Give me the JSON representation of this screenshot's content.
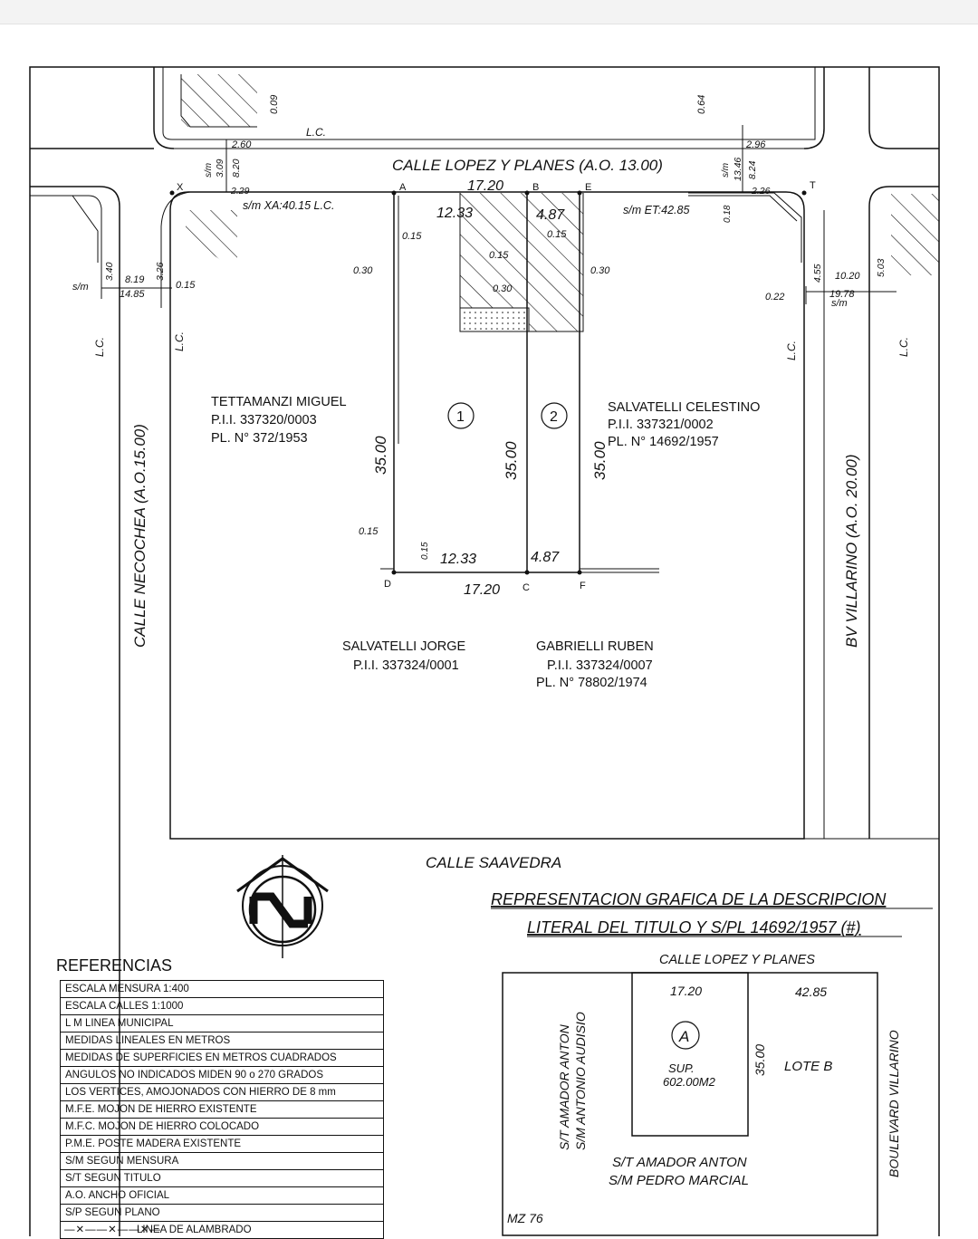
{
  "streets": {
    "top": "CALLE LOPEZ Y PLANES (A.O. 13.00)",
    "left": "CALLE NECOCHEA  (A.O.15.00)",
    "right": "BV VILLARINO  (A.O. 20.00)",
    "bottom": "CALLE SAAVEDRA"
  },
  "line_labels": {
    "lc": "L.C.",
    "sm": "s/m",
    "xa": "s/m XA:40.15  L.C.",
    "et": "s/m ET:42.85"
  },
  "vertices": {
    "x": "X",
    "a": "A",
    "b": "B",
    "e": "E",
    "t": "T",
    "d": "D",
    "c": "C",
    "f": "F"
  },
  "dims": {
    "d_0_09": "0.09",
    "d_0_64": "0.64",
    "d_2_60": "2.60",
    "d_2_96": "2.96",
    "d_3_09": "3.09",
    "d_8_20": "8.20",
    "d_13_46": "13.46",
    "d_8_24": "8.24",
    "d_2_29": "2.29",
    "d_2_26": "2.26",
    "d_0_18": "0.18",
    "d_17_20": "17.20",
    "d_12_33": "12.33",
    "d_4_87": "4.87",
    "d_0_15": "0.15",
    "d_0_30": "0.30",
    "d_35_00": "35.00",
    "d_3_40": "3.40",
    "d_8_19": "8.19",
    "d_3_26": "3.26",
    "d_14_85": "14.85",
    "d_4_55": "4.55",
    "d_10_20": "10.20",
    "d_5_03": "5.03",
    "d_19_78": "19.78",
    "d_0_22": "0.22"
  },
  "lots": {
    "one": "1",
    "two": "2"
  },
  "owners": {
    "tettamanzi": {
      "name": "TETTAMANZI MIGUEL",
      "pii": "P.I.I. 337320/0003",
      "pl": "PL.  N° 372/1953"
    },
    "celestino": {
      "name": "SALVATELLI CELESTINO",
      "pii": "P.I.I. 337321/0002",
      "pl": "PL.  N° 14692/1957"
    },
    "jorge": {
      "name": "SALVATELLI JORGE",
      "pii": "P.I.I. 337324/0001"
    },
    "gabrielli": {
      "name": "GABRIELLI RUBEN",
      "pii": "P.I.I. 337324/0007",
      "pl": "PL.  N° 78802/1974"
    }
  },
  "representation": {
    "title1": "REPRESENTACION GRAFICA DE LA DESCRIPCION",
    "title2": "LITERAL DEL TITULO Y S/PL 14692/1957 (#)",
    "street_top": "CALLE LOPEZ Y PLANES",
    "dim_17_20": "17.20",
    "dim_42_85": "42.85",
    "dim_35_00": "35.00",
    "lot_a": "A",
    "sup": "SUP.",
    "sup_value": "602.00M2",
    "lote_b": "LOTE B",
    "left1": "S/T AMADOR ANTON",
    "left2": "S/M ANTONIO AUDISIO",
    "right": "BOULEVARD VILLARINO",
    "bottom1": "S/T AMADOR ANTON",
    "bottom2": "S/M PEDRO MARCIAL",
    "mz": "MZ 76"
  },
  "references": {
    "title": "REFERENCIAS",
    "items": [
      "ESCALA MENSURA 1:400",
      "ESCALA CALLES 1:1000",
      "L M   LINEA MUNICIPAL",
      "MEDIDAS LINEALES EN METROS",
      "MEDIDAS DE SUPERFICIES EN METROS CUADRADOS",
      "ANGULOS NO INDICADOS MIDEN 90 o 270 GRADOS",
      "LOS VERTICES, AMOJONADOS CON HIERRO DE 8 mm",
      "M.F.E. MOJON DE HIERRO EXISTENTE",
      "M.F.C. MOJON DE HIERRO COLOCADO",
      "P.M.E. POSTE MADERA EXISTENTE",
      "S/M  SEGUN MENSURA",
      "S/T  SEGUN TITULO",
      "A.O.  ANCHO OFICIAL",
      "S/P  SEGUN PLANO",
      "LINEA DE ALAMBRADO"
    ]
  }
}
